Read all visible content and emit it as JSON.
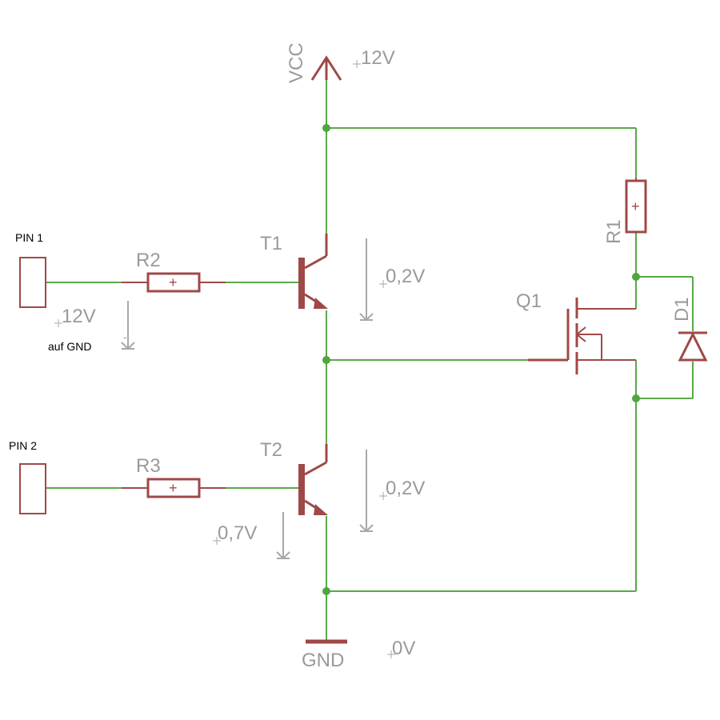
{
  "labels": {
    "pin1": "PIN 1",
    "pin2": "PIN 2",
    "auf_gnd": "auf GND",
    "r1": "R1",
    "r2": "R2",
    "r3": "R3",
    "t1": "T1",
    "t2": "T2",
    "q1": "Q1",
    "d1": "D1",
    "vcc": "VCC",
    "gnd": "GND"
  },
  "voltages": {
    "vcc": "12V",
    "pin1": "12V",
    "t1_ce": "0,2V",
    "t2_ce": "0,2V",
    "t2_be": "0,7V",
    "gnd": "0V"
  },
  "resistor_marks": {
    "r1": "+",
    "r2": "+",
    "r3": "+"
  },
  "probe_minus": "-",
  "colors": {
    "wire": "#5aa84a",
    "junction": "#4fa63e",
    "symbol": "#a04848",
    "label": "#9a9a9a"
  }
}
